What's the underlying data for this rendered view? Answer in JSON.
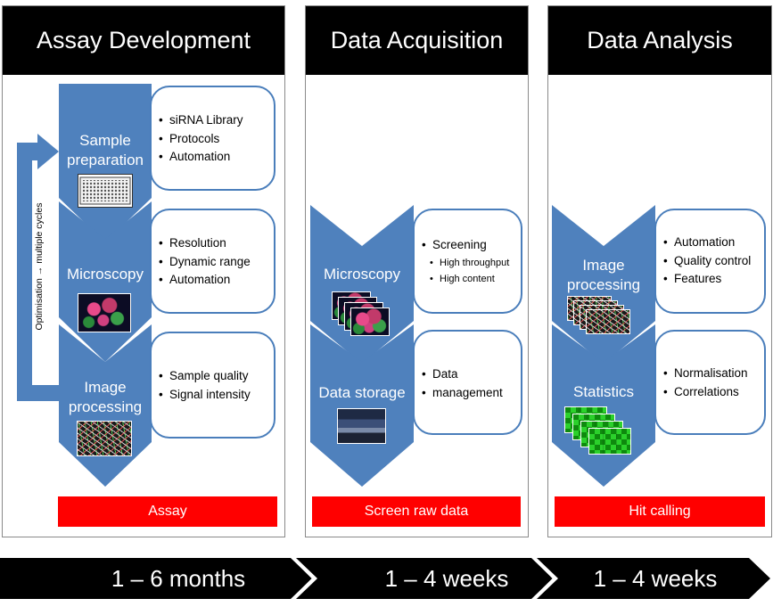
{
  "colors": {
    "chevron": "#4f81bd",
    "box_border": "#4a7ebb",
    "result_bar": "#ff0000",
    "header": "#000000"
  },
  "panels": [
    {
      "title": "Assay Development",
      "stages": [
        {
          "label_line1": "Sample",
          "label_line2": "preparation",
          "bullets": [
            "siRNA Library",
            "Protocols",
            "Automation"
          ],
          "icon": "well-plate-icon"
        },
        {
          "label_line1": "Microscopy",
          "label_line2": "",
          "bullets": [
            "Resolution",
            "Dynamic range",
            "Automation"
          ],
          "icon": "fluorescence-cells-icon"
        },
        {
          "label_line1": "Image",
          "label_line2": "processing",
          "bullets": [
            "Sample quality",
            "Signal intensity"
          ],
          "icon": "segmented-cells-icon"
        }
      ],
      "loop_label": "Optimisation → multiple cycles",
      "result": "Assay"
    },
    {
      "title": "Data Acquisition",
      "stages": [
        {
          "label_line1": "Microscopy",
          "label_line2": "",
          "bullets": [
            "Screening"
          ],
          "sub_bullets": [
            "High throughput",
            "High content"
          ],
          "icon": "image-stack-icon"
        },
        {
          "label_line1": "Data storage",
          "label_line2": "",
          "bullets": [
            "Data",
            "management"
          ],
          "icon": "server-rack-icon"
        }
      ],
      "result": "Screen raw data"
    },
    {
      "title": "Data Analysis",
      "stages": [
        {
          "label_line1": "Image",
          "label_line2": "processing",
          "bullets": [
            "Automation",
            "Quality control",
            "Features"
          ],
          "icon": "processed-image-stack-icon"
        },
        {
          "label_line1": "Statistics",
          "label_line2": "",
          "bullets": [
            "Normalisation",
            "Correlations"
          ],
          "icon": "heatmap-stack-icon"
        }
      ],
      "result": "Hit calling"
    }
  ],
  "timeline": [
    "1 – 6 months",
    "1 – 4 weeks",
    "1 – 4 weeks"
  ]
}
